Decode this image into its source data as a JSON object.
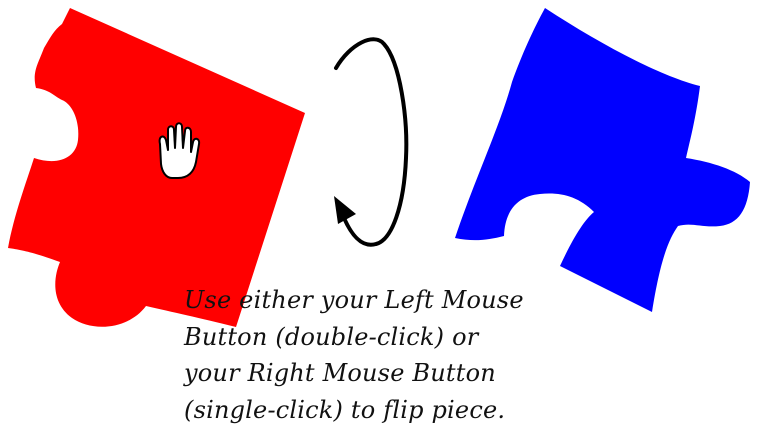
{
  "illustration": {
    "front_piece": {
      "icon": "puzzle-piece-icon",
      "color": "#ff0000"
    },
    "back_piece": {
      "icon": "puzzle-piece-icon",
      "color": "#0000ff"
    },
    "cursor": {
      "icon": "hand-cursor-icon"
    },
    "arrow": {
      "icon": "circular-flip-arrow-icon",
      "color": "#000000"
    }
  },
  "instructions": {
    "lines": [
      "Use either your Left Mouse",
      "Button (double-click) or",
      "your Right Mouse Button",
      "(single-click) to flip piece."
    ]
  }
}
